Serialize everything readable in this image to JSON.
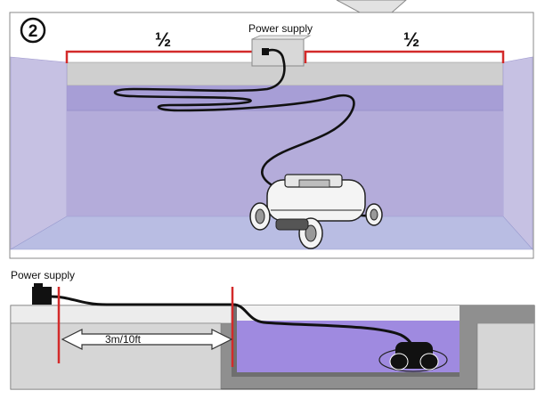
{
  "step": {
    "number": "2"
  },
  "top_view": {
    "power_supply_label": "Power supply",
    "left_half_label": "½",
    "right_half_label": "½"
  },
  "side_view": {
    "power_supply_label": "Power supply",
    "distance_label": "3m/10ft"
  },
  "colors": {
    "pool_water": "#b7b0dc",
    "pool_water_dark": "#9b90c9",
    "pool_floor": "#b7bce2",
    "pool_wall": "#c9c4e4",
    "deck": "#d0d0d0",
    "marker_red": "#d32a2a",
    "cable": "#111111",
    "side_water": "#9f8ae0",
    "side_ground": "#8f8f8f"
  }
}
